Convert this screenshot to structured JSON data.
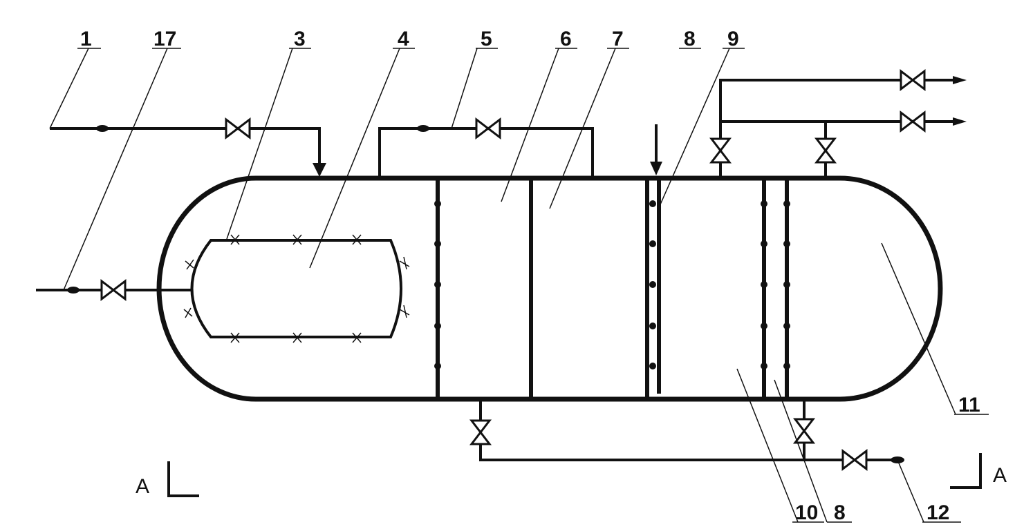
{
  "labels": {
    "l1": "1",
    "l17": "17",
    "l3": "3",
    "l4": "4",
    "l5": "5",
    "l6": "6",
    "l7": "7",
    "l8a": "8",
    "l9": "9",
    "l11": "11",
    "l10": "10",
    "l8b": "8",
    "l12": "12"
  },
  "section_marks": {
    "left": "A",
    "right": "A"
  }
}
